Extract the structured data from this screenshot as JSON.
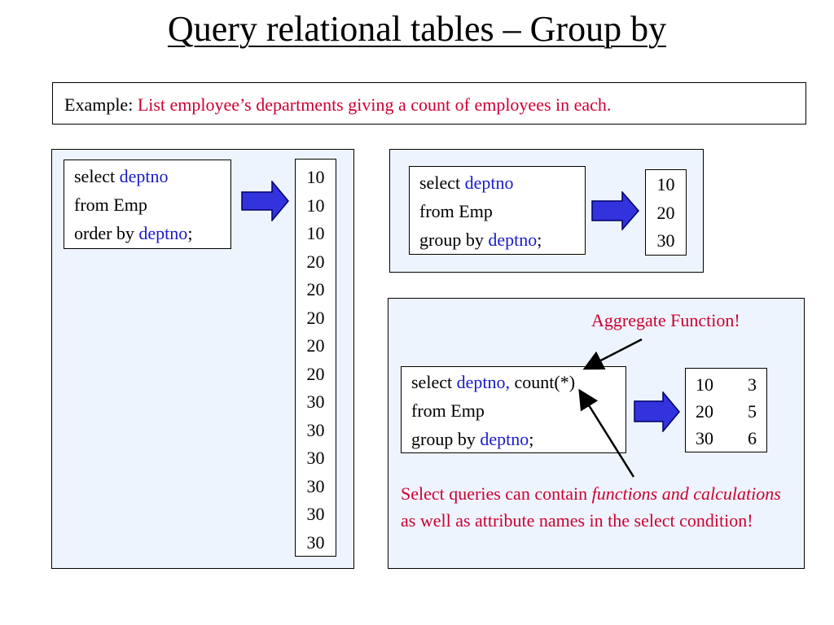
{
  "title": "Query relational tables – Group by",
  "example": {
    "label": "Example:",
    "text": "List employee’s departments giving a count of employees in each."
  },
  "query1": {
    "line1_kw": "select",
    "line1_col": "deptno",
    "line2": "from Emp",
    "line3_kw": "order by",
    "line3_col": "deptno",
    "line3_end": ";",
    "results": [
      "10",
      "10",
      "10",
      "20",
      "20",
      "20",
      "20",
      "20",
      "30",
      "30",
      "30",
      "30",
      "30",
      "30"
    ]
  },
  "query2": {
    "line1_kw": "select",
    "line1_col": "deptno",
    "line2": "from Emp",
    "line3_kw": "group by",
    "line3_col": "deptno",
    "line3_end": ";",
    "results": [
      "10",
      "20",
      "30"
    ]
  },
  "query3": {
    "line1_kw": "select",
    "line1_col": "deptno,",
    "line1_fn": "count(*)",
    "line2": "from Emp",
    "line3_kw": "group by",
    "line3_col": "deptno",
    "line3_end": ";",
    "results": [
      {
        "deptno": "10",
        "count": "3"
      },
      {
        "deptno": "20",
        "count": "5"
      },
      {
        "deptno": "30",
        "count": "6"
      }
    ]
  },
  "annotation_aggregate": "Aggregate Function!",
  "note": {
    "part1": "Select queries can contain ",
    "italic": "functions and calculations",
    "part2": " as well as attribute names in the select condition!"
  },
  "colors": {
    "red": "#cc0033",
    "blue": "#1a1acc",
    "panel_bg": "#eef4fd",
    "arrow_fill": "#3333dd"
  }
}
